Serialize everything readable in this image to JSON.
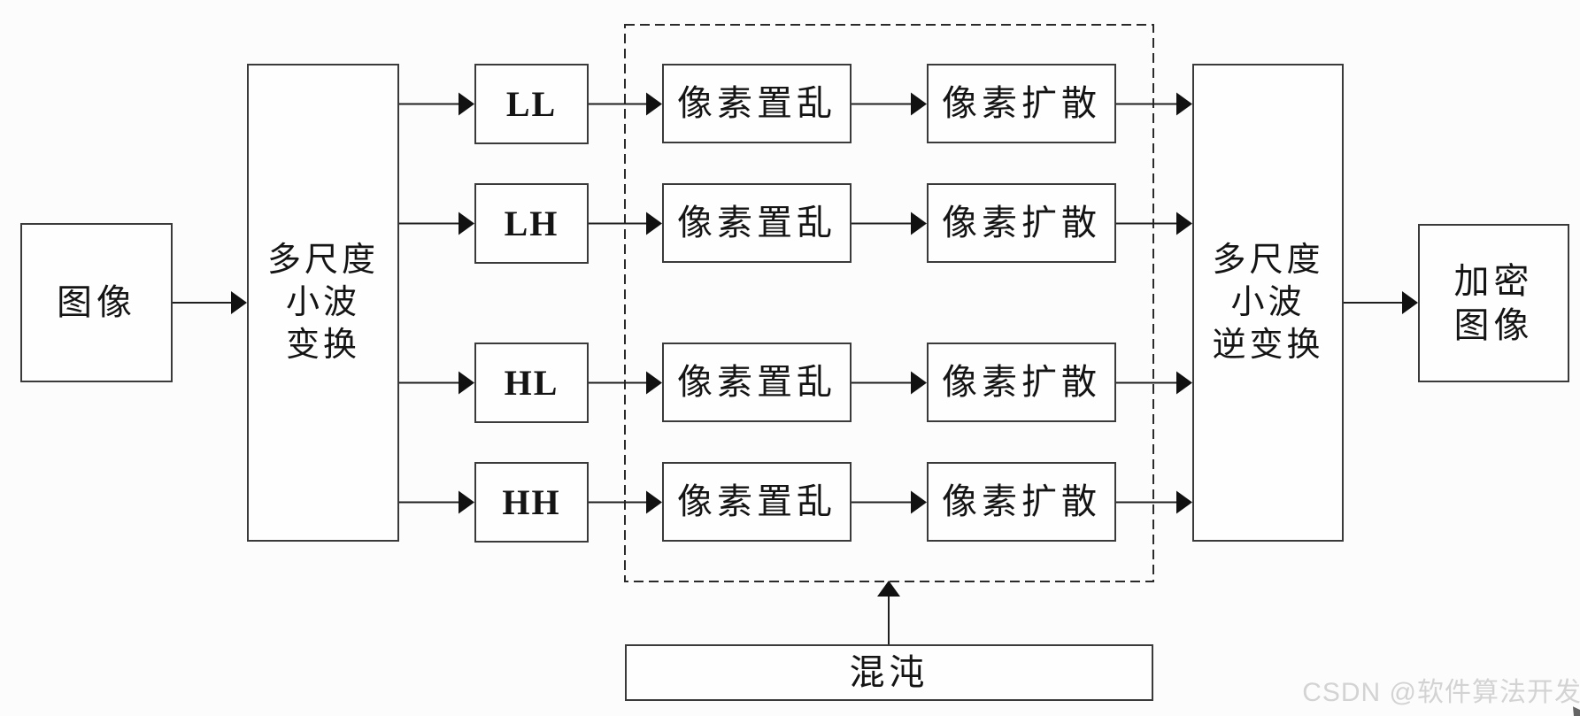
{
  "diagram": {
    "title_semantic": "multi-scale wavelet image encryption flowchart",
    "colors": {
      "background": "#fcfcfc",
      "box_fill": "#fefefe",
      "box_border": "#3a3a3a",
      "line": "#1f1f1f",
      "arrowhead": "#111111",
      "text": "#141414",
      "watermark": "#d3d3d3"
    },
    "nodes": {
      "input_image": "图像",
      "dwt": "多尺度\n小波\n变换",
      "idwt": "多尺度\n小波\n逆变换",
      "encrypted_image": "加密\n图像",
      "chaos": "混沌"
    },
    "rows": [
      {
        "band": "LL",
        "scramble": "像素置乱",
        "diffuse": "像素扩散"
      },
      {
        "band": "LH",
        "scramble": "像素置乱",
        "diffuse": "像素扩散"
      },
      {
        "band": "HL",
        "scramble": "像素置乱",
        "diffuse": "像素扩散"
      },
      {
        "band": "HH",
        "scramble": "像素置乱",
        "diffuse": "像素扩散"
      }
    ],
    "watermark": "CSDN @软件算法开发"
  }
}
